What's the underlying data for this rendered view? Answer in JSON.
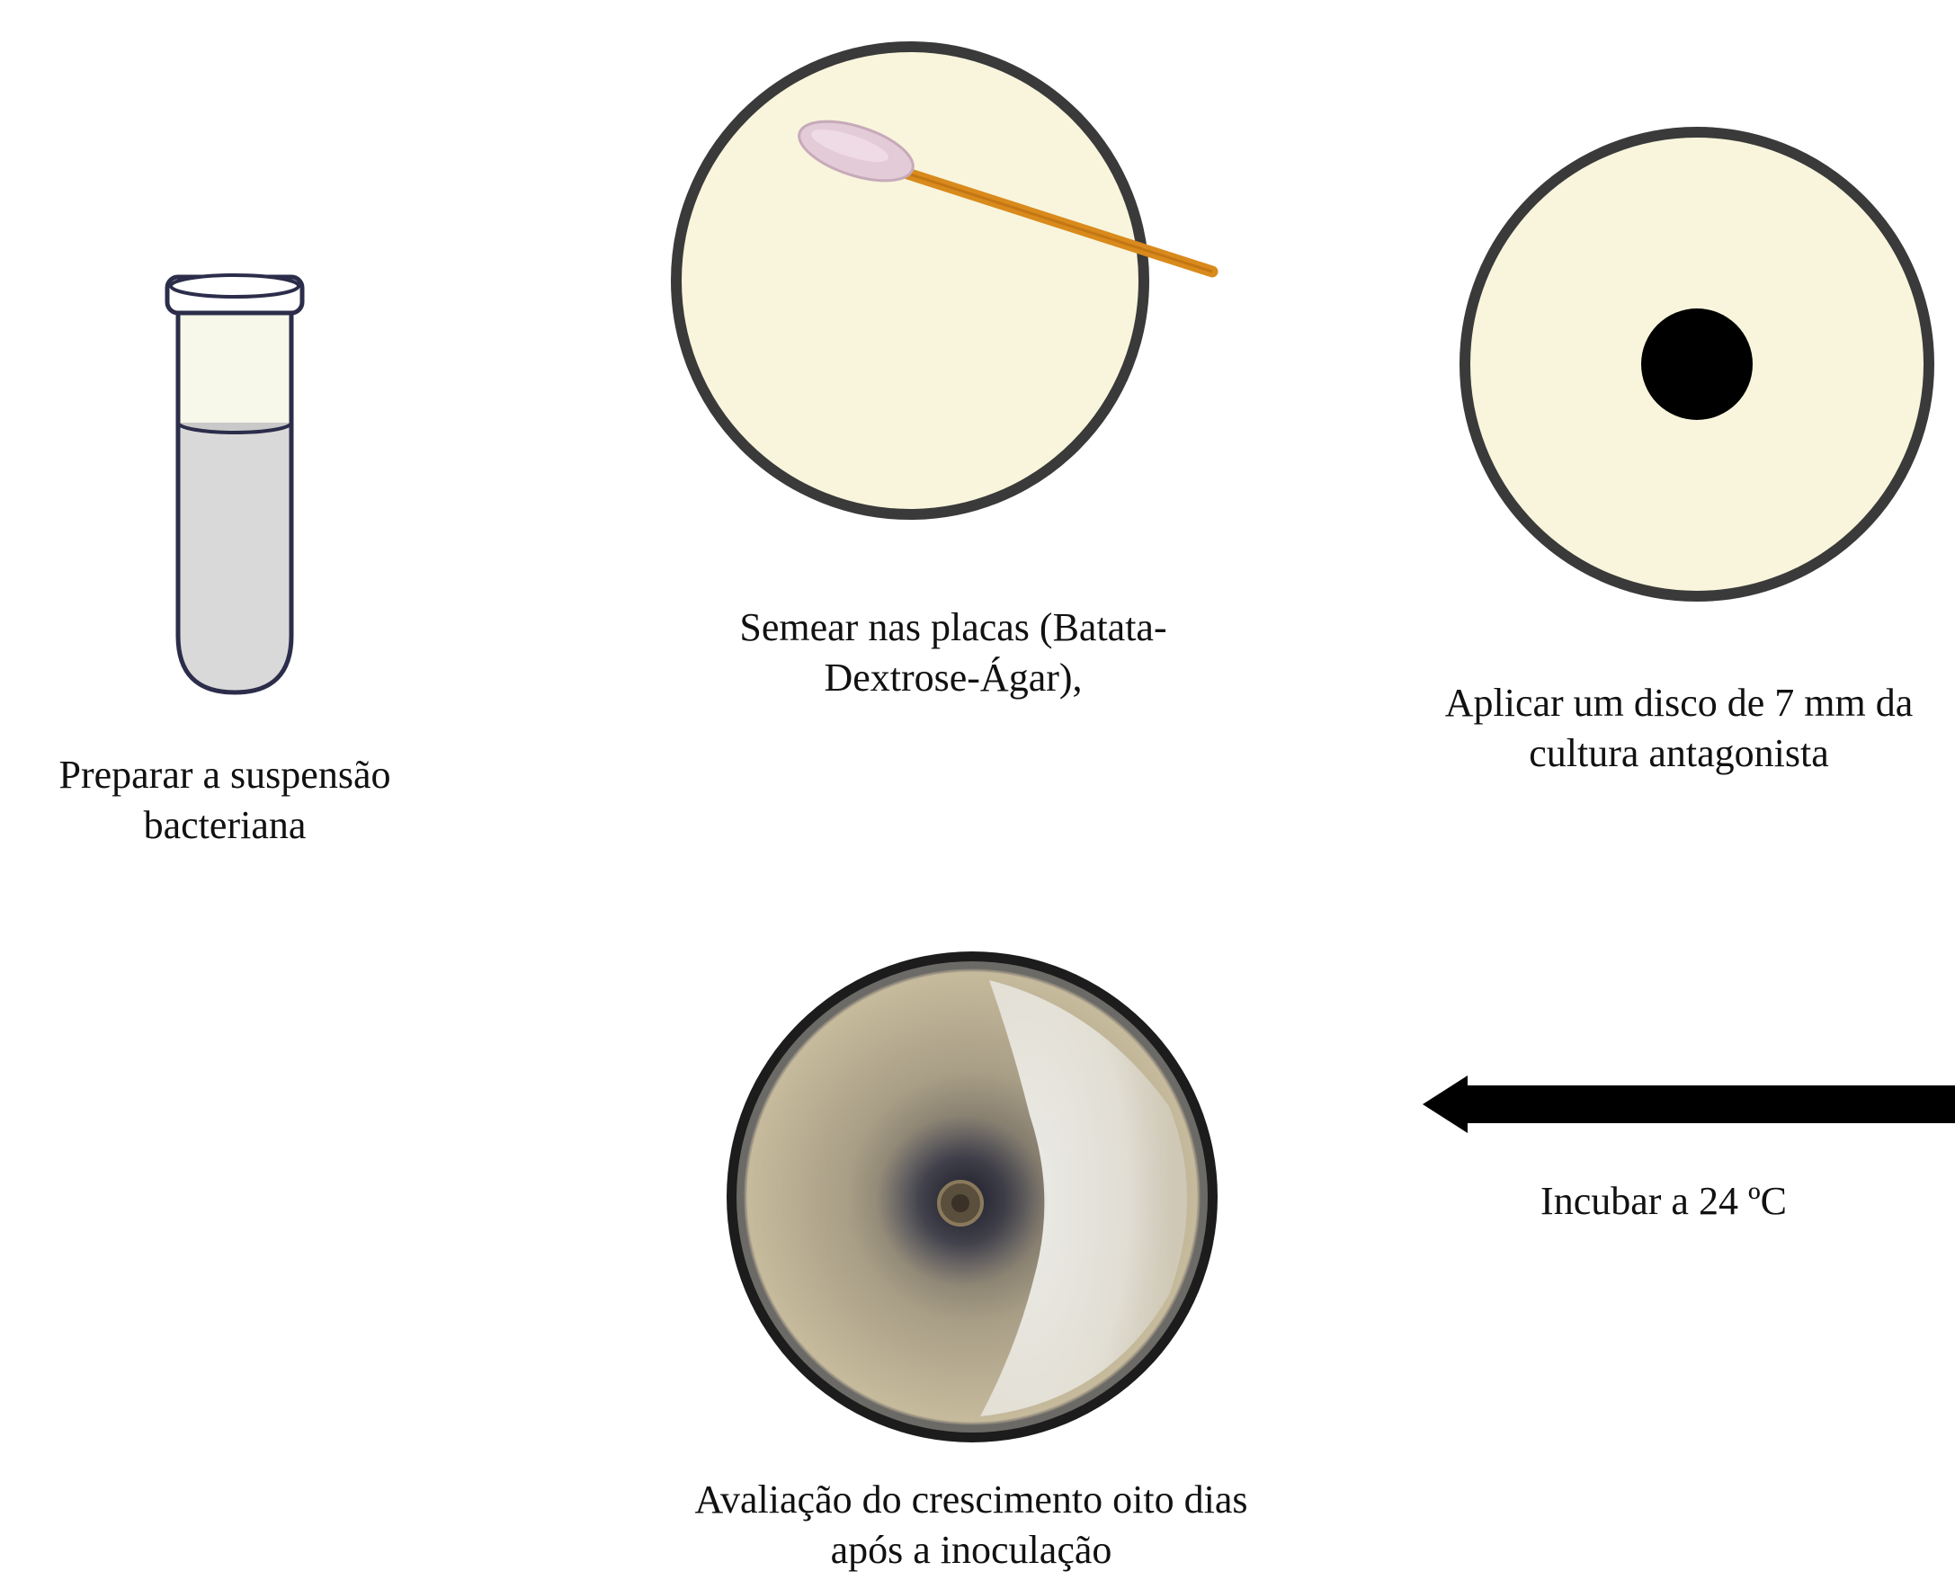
{
  "steps": [
    {
      "id": "preparar",
      "line1": "Preparar a suspensão",
      "line2": "bacteriana",
      "icon": "test-tube-icon"
    },
    {
      "id": "semear",
      "line1": "Semear nas placas (Batata-",
      "line2": "Dextrose-Ágar),",
      "icon": "petri-dish-with-swab-icon"
    },
    {
      "id": "aplicar",
      "line1": "Aplicar um disco de 7 mm da",
      "line2": "cultura antagonista",
      "icon": "petri-dish-with-disc-icon"
    },
    {
      "id": "incubar",
      "line1": "Incubar a 24 ºC",
      "icon": "arrow-left-icon"
    },
    {
      "id": "avaliacao",
      "line1": "Avaliação do crescimento oito dias",
      "line2": "após a inoculação",
      "icon": "petri-dish-photo-icon"
    }
  ],
  "colors": {
    "agar": "#f8f5dc",
    "dish_rim": "#3a3a3a",
    "tube_outline": "#2b2d4a",
    "tube_liquid": "#d9d9d9",
    "swab_stick": "#d98a1c",
    "swab_tip": "#e3cbd8",
    "disc": "#000000",
    "arrow": "#000000"
  }
}
